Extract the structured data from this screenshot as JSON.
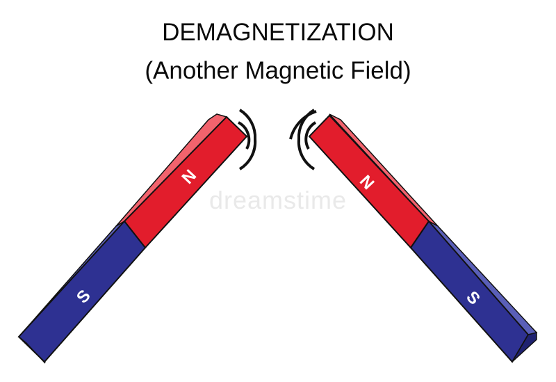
{
  "title": {
    "line1": "DEMAGNETIZATION",
    "line2": "(Another Magnetic Field)"
  },
  "magnets": [
    {
      "id": "left",
      "north_label": "N",
      "south_label": "S"
    },
    {
      "id": "right",
      "north_label": "N",
      "south_label": "S"
    }
  ],
  "colors": {
    "north": "#e21d2c",
    "south": "#2e3192",
    "outline": "#111111",
    "field_lines": "#111111"
  },
  "watermark": "dreamstime",
  "icons": [
    "magnetic-field-waves-left",
    "magnetic-field-waves-right"
  ]
}
